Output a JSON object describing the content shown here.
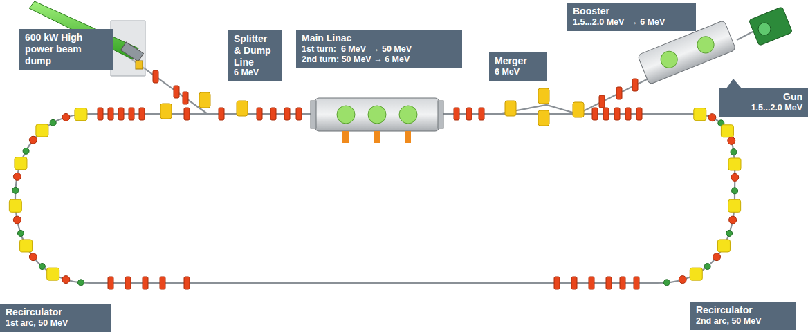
{
  "diagram": {
    "nodes": [
      {
        "text": [
          "600 kW High power beam dump"
        ]
      },
      {
        "text": [
          "Splitter & Dump Line",
          "6 MeV"
        ]
      },
      {
        "text": [
          "Main Linac",
          "1st turn:  6 MeV  → 50 MeV",
          "2nd turn: 50 MeV → 6 MeV"
        ]
      },
      {
        "text": [
          "Merger",
          "6 MeV"
        ]
      },
      {
        "text": [
          "Booster",
          "1.5...2.0 MeV  → 6 MeV"
        ]
      },
      {
        "text": [
          "Gun",
          "1.5...2.0 MeV"
        ]
      },
      {
        "text": [
          "Recirculator",
          "1st arc, 50 MeV"
        ]
      },
      {
        "text": [
          "Recirculator",
          "2nd arc, 50 MeV"
        ]
      }
    ]
  }
}
